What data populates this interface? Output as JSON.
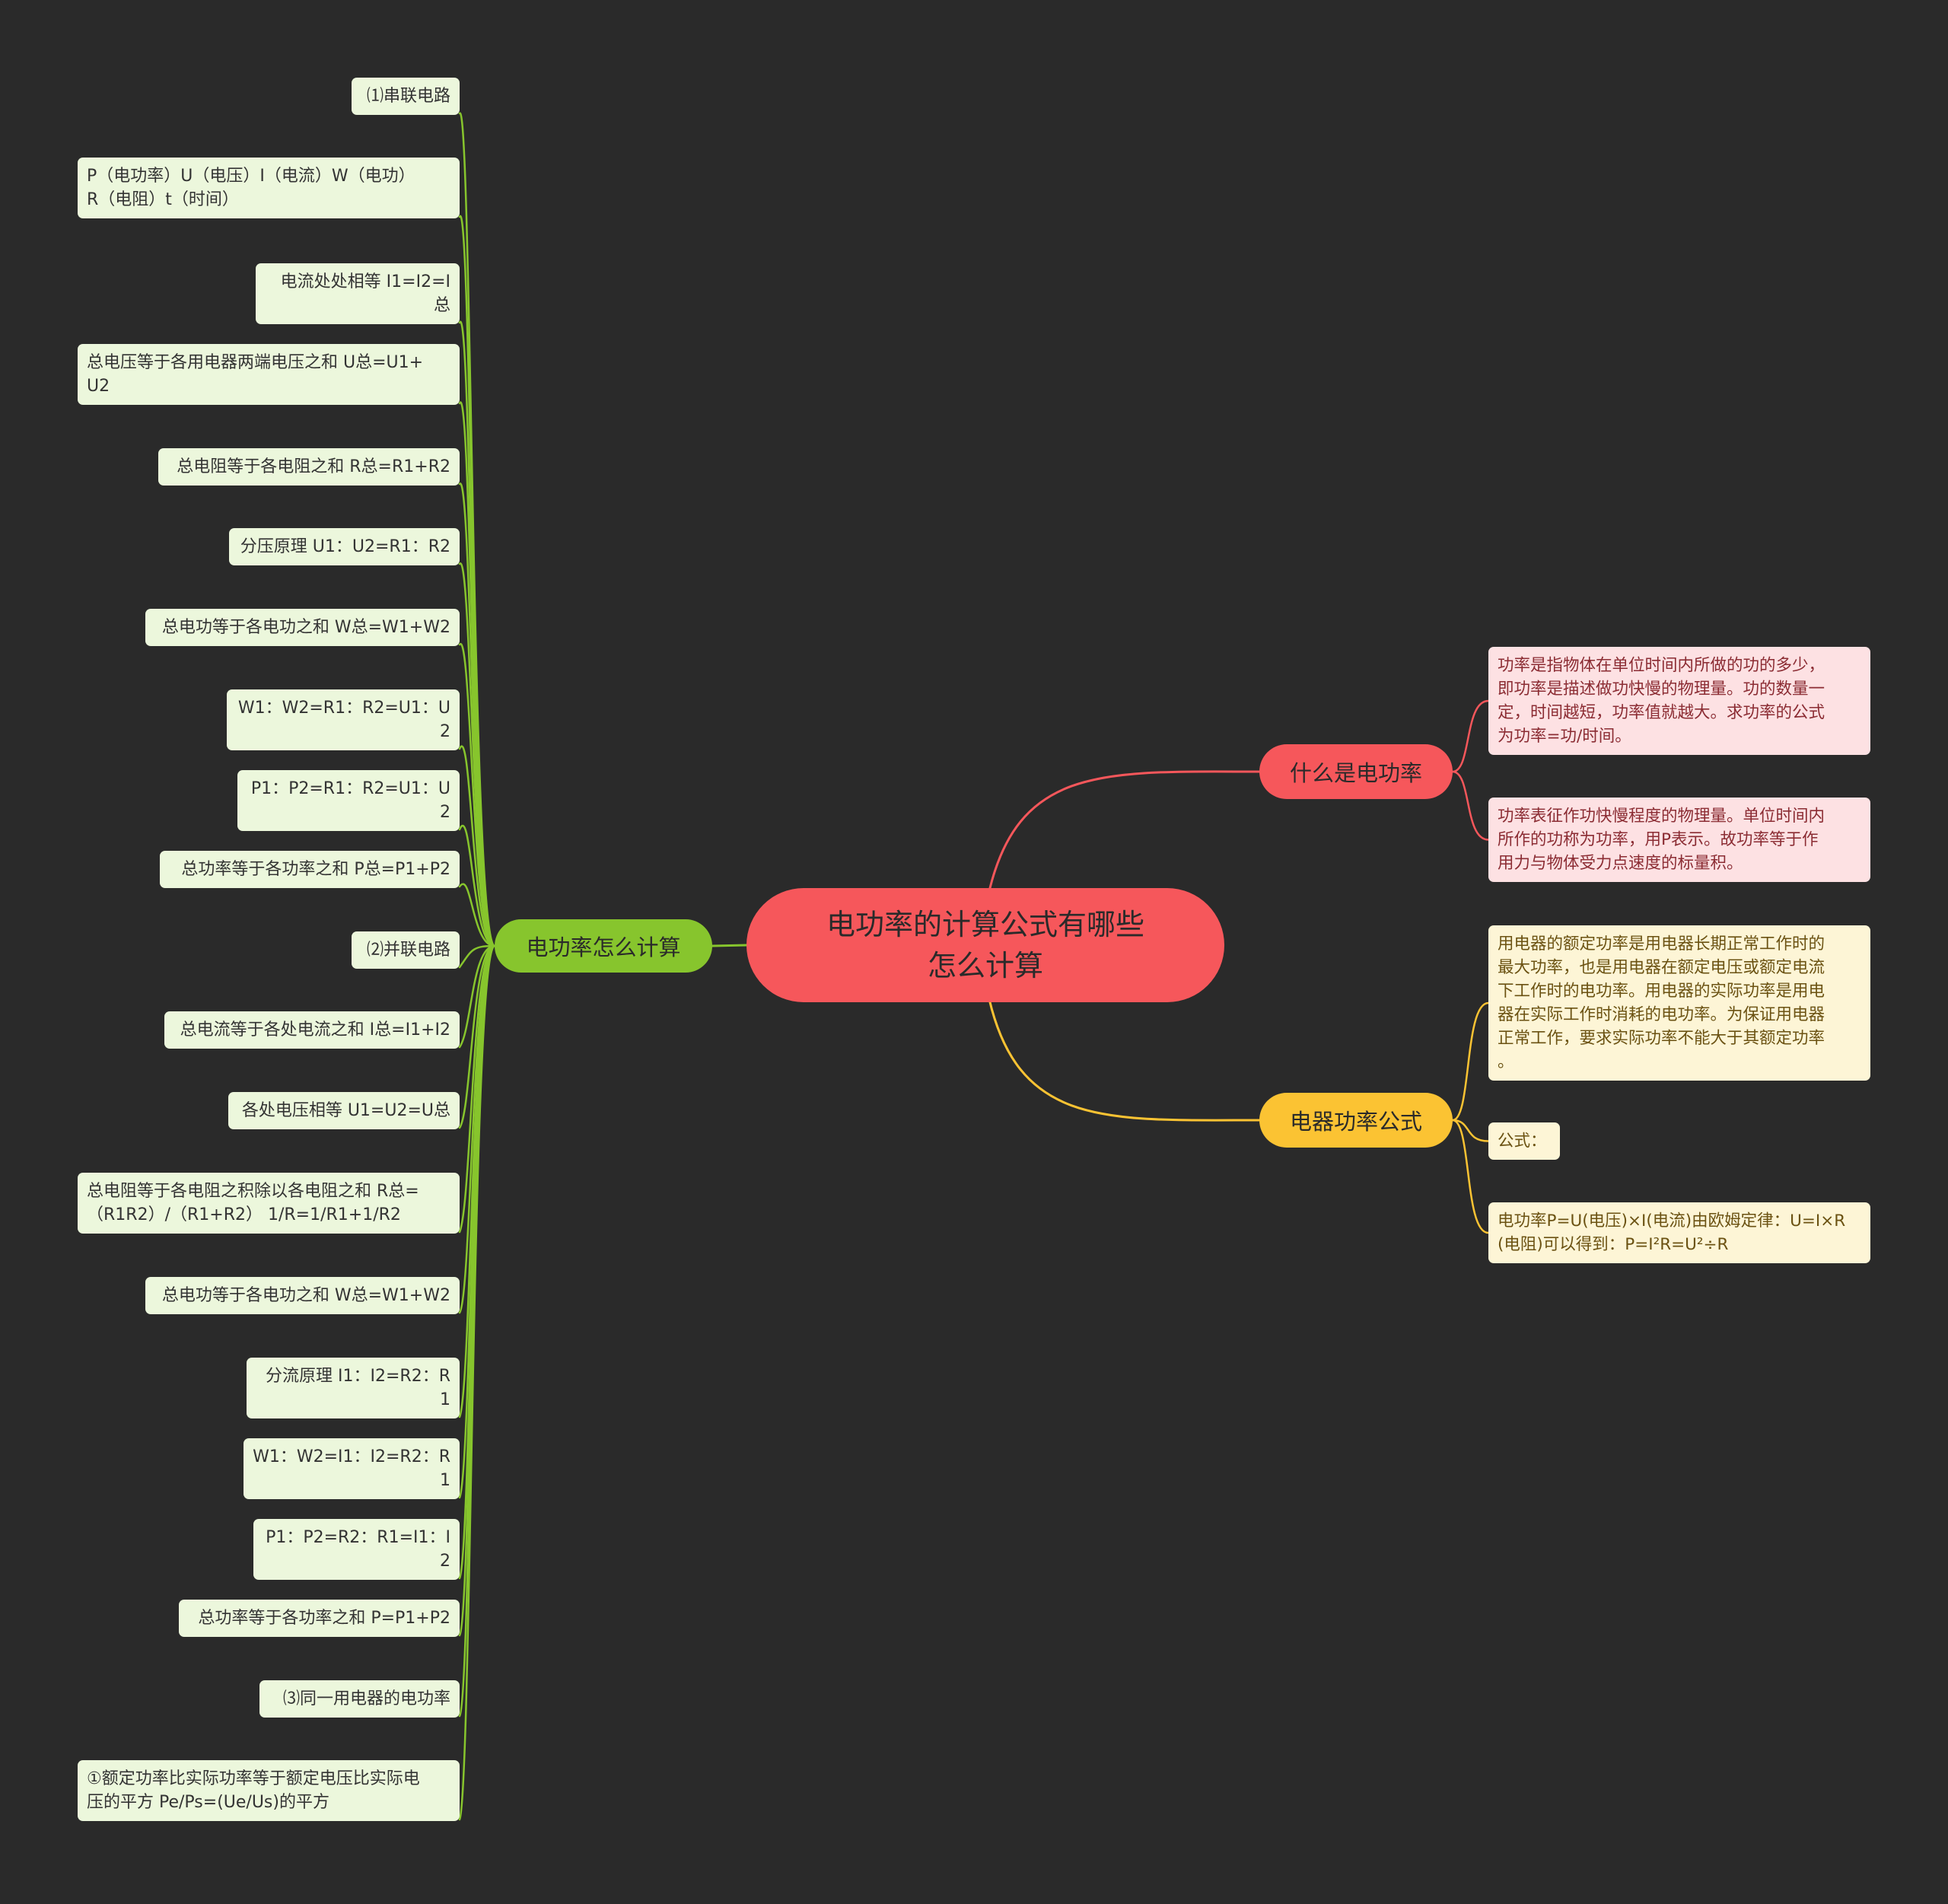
{
  "root": {
    "line1": "电功率的计算公式有哪些",
    "line2": "怎么计算"
  },
  "colors": {
    "background": "#2a2a2a",
    "root": "#f6575b",
    "green": "#87c52d",
    "red": "#f6575b",
    "yellow": "#fbc333"
  },
  "branches": {
    "calc": {
      "label": "电功率怎么计算",
      "items": [
        "⑴串联电路",
        "P（电功率）U（电压）I（电流）W（电功）\nR（电阻）t（时间）",
        "电流处处相等 I1=I2=I总",
        "总电压等于各用电器两端电压之和 U总=U1+\nU2",
        "总电阻等于各电阻之和 R总=R1+R2",
        "分压原理 U1：U2=R1：R2",
        "总电功等于各电功之和 W总=W1+W2",
        "W1：W2=R1：R2=U1：U2",
        "P1：P2=R1：R2=U1：U2",
        "总功率等于各功率之和 P总=P1+P2",
        "⑵并联电路",
        "总电流等于各处电流之和 I总=I1+I2",
        "各处电压相等 U1=U2=U总",
        "总电阻等于各电阻之积除以各电阻之和 R总=\n（R1R2）/（R1+R2） 1/R=1/R1+1/R2",
        "总电功等于各电功之和 W总=W1+W2",
        "分流原理 I1：I2=R2：R1",
        "W1：W2=I1：I2=R2：R1",
        "P1：P2=R2：R1=I1：I2",
        "总功率等于各功率之和 P=P1+P2",
        "⑶同一用电器的电功率",
        "①额定功率比实际功率等于额定电压比实际电\n压的平方 Pe/Ps=(Ue/Us)的平方"
      ]
    },
    "what": {
      "label": "什么是电功率",
      "items": [
        "功率是指物体在单位时间内所做的功的多少，\n即功率是描述做功快慢的物理量。功的数量一\n定，时间越短，功率值就越大。求功率的公式\n为功率=功/时间。",
        "功率表征作功快慢程度的物理量。单位时间内\n所作的功称为功率，用P表示。故功率等于作\n用力与物体受力点速度的标量积。"
      ]
    },
    "formula": {
      "label": "电器功率公式",
      "items": [
        "用电器的额定功率是用电器长期正常工作时的\n最大功率，也是用电器在额定电压或额定电流\n下工作时的电功率。用电器的实际功率是用电\n器在实际工作时消耗的电功率。为保证用电器\n正常工作，要求实际功率不能大于其额定功率\n。",
        "公式：",
        "电功率P=U(电压)×I(电流)由欧姆定律：U=I×R\n(电阻)可以得到：P=I²R=U²÷R"
      ]
    }
  }
}
